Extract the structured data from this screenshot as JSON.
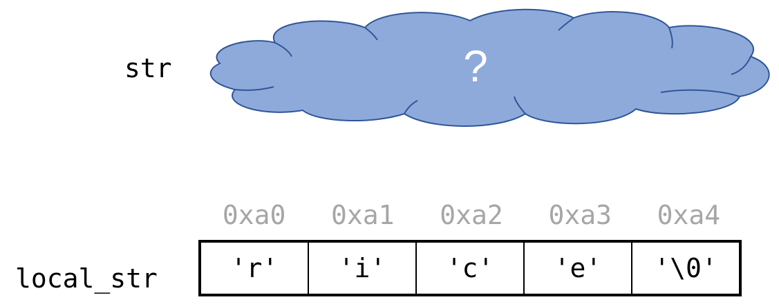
{
  "pointer": {
    "name": "str",
    "value": "?",
    "cloud_color": "#8eaadb",
    "cloud_stroke": "#2f5597"
  },
  "array": {
    "name": "local_str",
    "addresses": [
      "0xa0",
      "0xa1",
      "0xa2",
      "0xa3",
      "0xa4"
    ],
    "cells": [
      "'r'",
      "'i'",
      "'c'",
      "'e'",
      "'\\0'"
    ]
  },
  "colors": {
    "address_text": "#a6a6a6",
    "text": "#000000"
  }
}
